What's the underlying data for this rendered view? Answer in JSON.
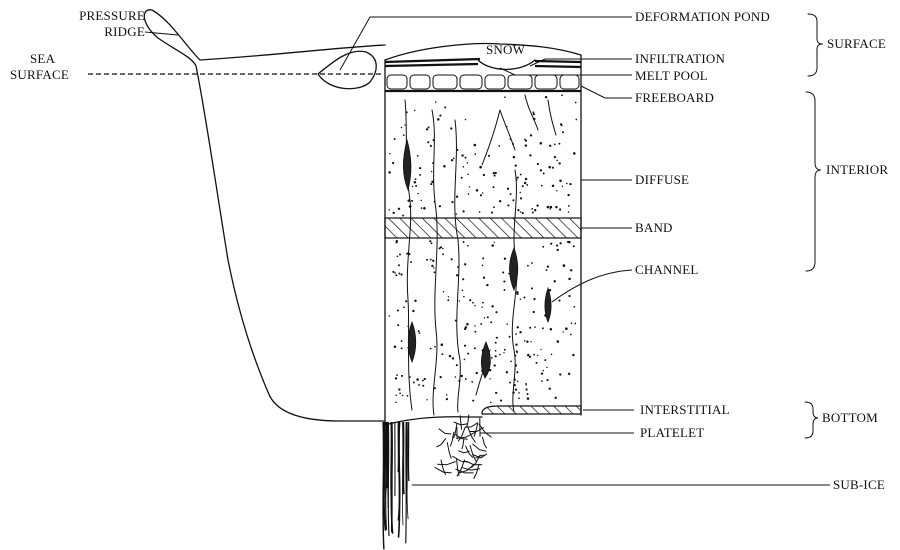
{
  "labels": {
    "pressure_ridge_line1": "PRESSURE",
    "pressure_ridge_line2": "RIDGE",
    "sea_surface_line1": "SEA",
    "sea_surface_line2": "SURFACE",
    "snow": "SNOW",
    "deformation_pond": "DEFORMATION POND",
    "infiltration": "INFILTRATION",
    "melt_pool": "MELT POOL",
    "freeboard": "FREEBOARD",
    "diffuse": "DIFFUSE",
    "band": "BAND",
    "channel": "CHANNEL",
    "interstitial": "INTERSTITIAL",
    "platelet": "PLATELET",
    "sub_ice": "SUB-ICE"
  },
  "groups": {
    "surface": "SURFACE",
    "interior": "INTERIOR",
    "bottom": "BOTTOM"
  }
}
